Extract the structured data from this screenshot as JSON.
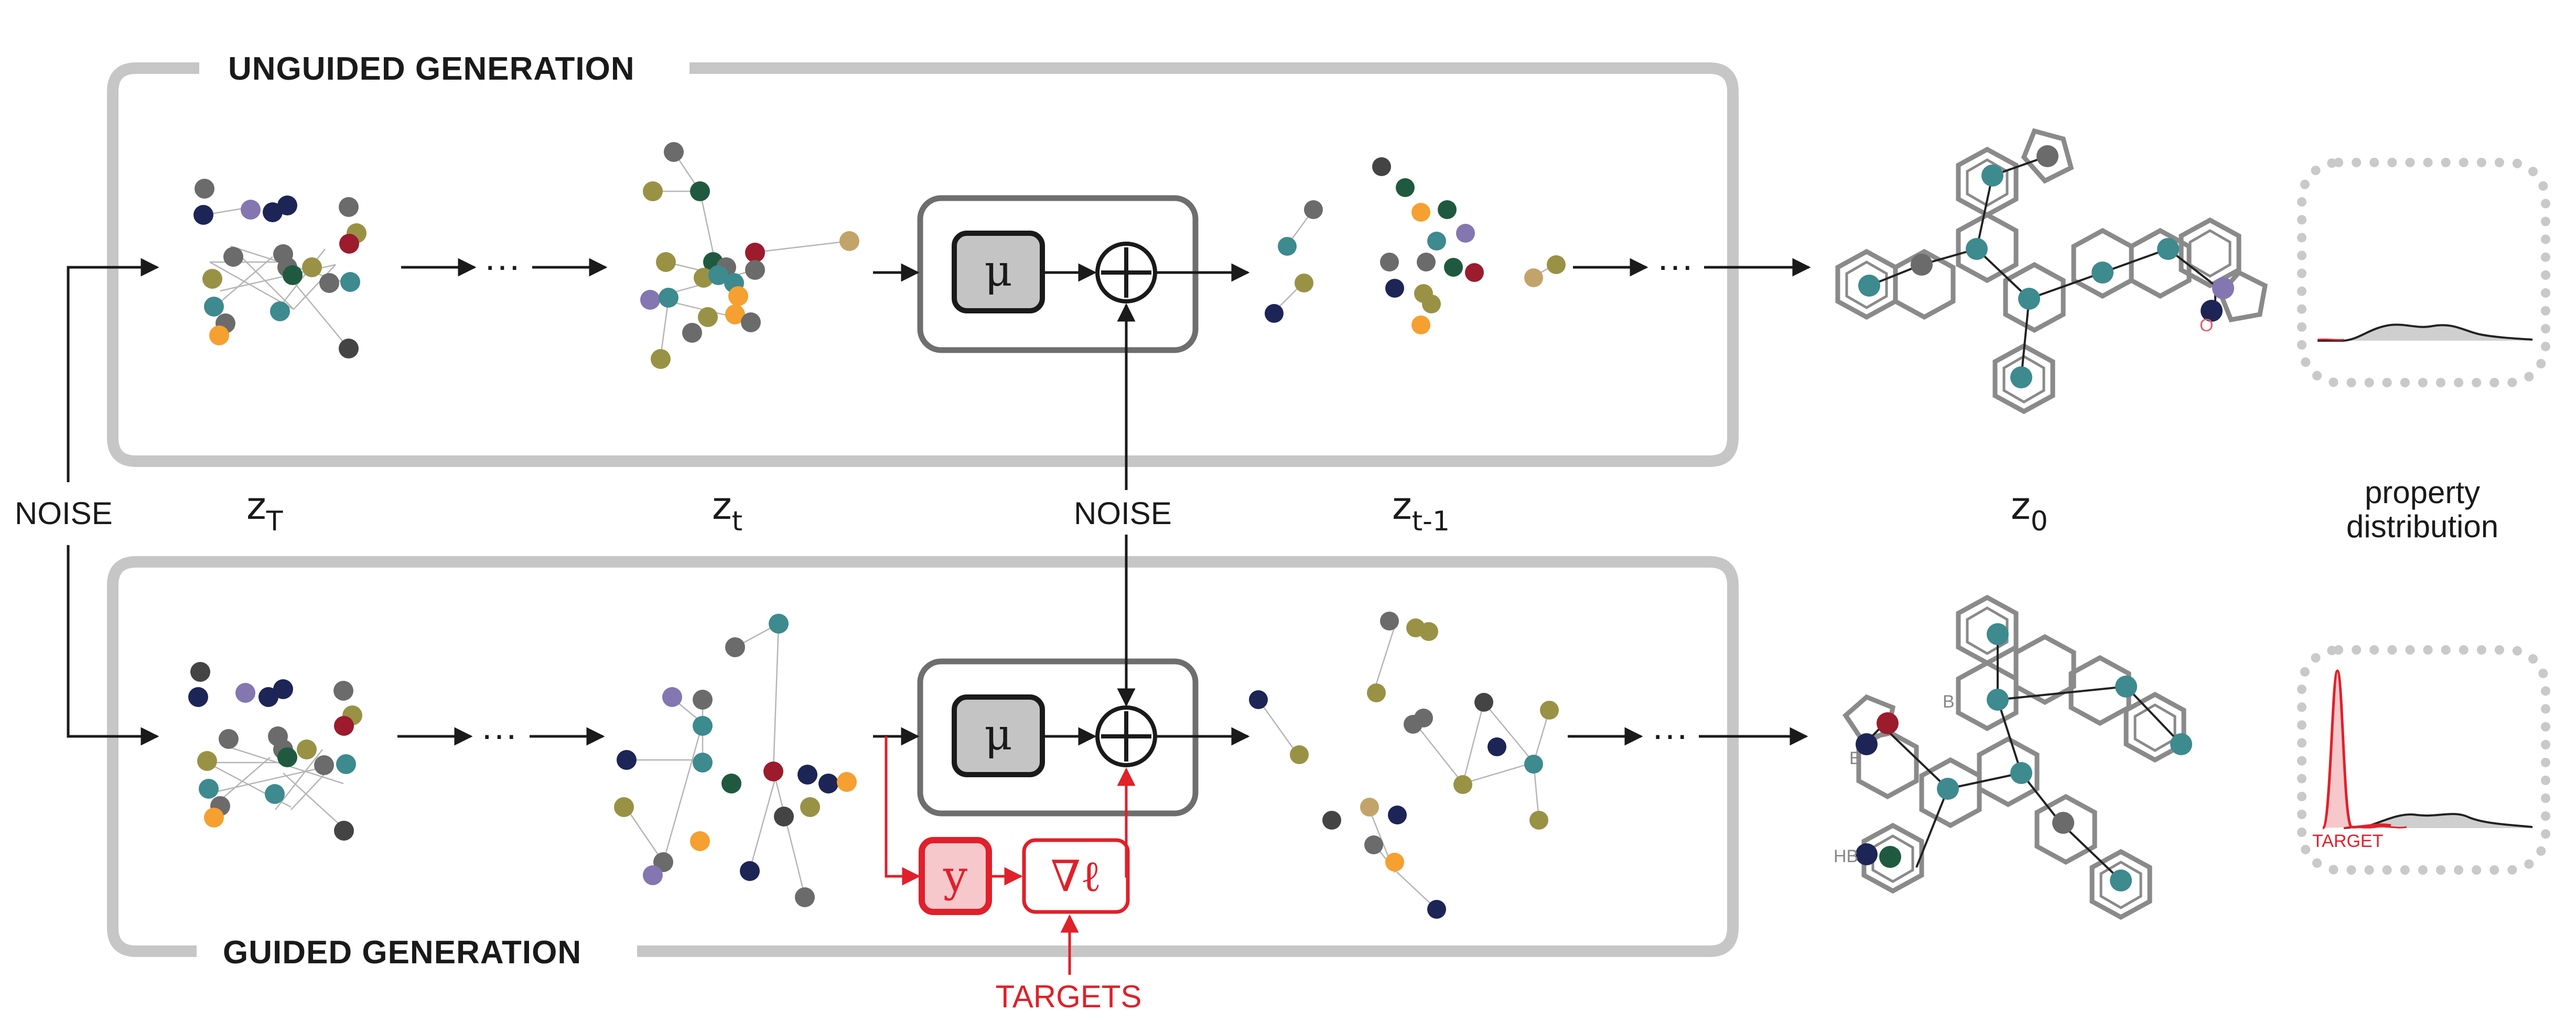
{
  "panels": {
    "top_title": "UNGUIDED GENERATION",
    "bottom_title": "GUIDED GENERATION"
  },
  "labels": {
    "noise_left": "NOISE",
    "noise_center": "NOISE",
    "z_T": {
      "base": "z",
      "sub": "T"
    },
    "z_t": {
      "base": "z",
      "sub": "t"
    },
    "z_tm1": {
      "base": "z",
      "sub": "t-1"
    },
    "z_0": {
      "base": "z",
      "sub": "0"
    },
    "property_line1": "property",
    "property_line2": "distribution",
    "ellipsis": "···",
    "targets": "TARGETS",
    "target_small": "TARGET"
  },
  "boxes": {
    "mu": "μ",
    "plus": "⊕",
    "y": "y",
    "grad": "∇ℓ"
  },
  "atom_labels": {
    "b1": "B",
    "b2": "B",
    "hb": "HB",
    "o": "O"
  },
  "colors": {
    "panel_border": "#c6c6c6",
    "teal": "#3d8a8f",
    "navy": "#1c2556",
    "gray": "#6b6b6b",
    "olive": "#999245",
    "orange": "#f5a030",
    "maroon": "#9c1b2d",
    "purple": "#8476b0",
    "darkgreen": "#1f5a40",
    "tan": "#c2a46a",
    "red": "#e0202a",
    "pink": "#f6c8cb"
  }
}
